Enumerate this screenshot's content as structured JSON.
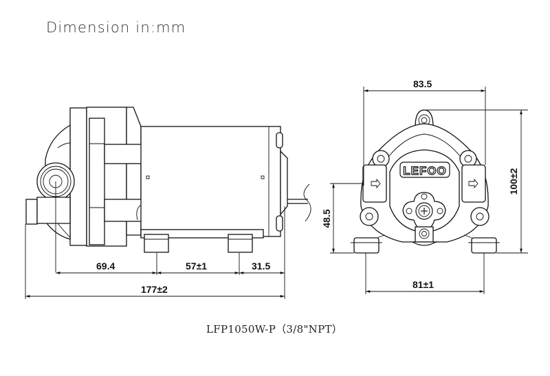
{
  "header": {
    "title": "Dimension in:mm"
  },
  "side_view": {
    "dimensions": {
      "inlet_to_foot": "69.4",
      "foot_spacing": "57±1",
      "foot_to_end": "31.5",
      "overall_length": "177±2"
    }
  },
  "front_view": {
    "logo": "LEFOO",
    "dimensions": {
      "overall_width": "83.5",
      "overall_height": "100±2",
      "port_height": "48.5",
      "foot_width": "81±1"
    },
    "flow_arrows": [
      "arrow-right-icon",
      "arrow-right-icon"
    ]
  },
  "footer": {
    "model": "LFP1050W-P（3/8\"NPT）"
  },
  "colors": {
    "line": "#111111",
    "background": "#ffffff",
    "title_text": "#333333"
  }
}
